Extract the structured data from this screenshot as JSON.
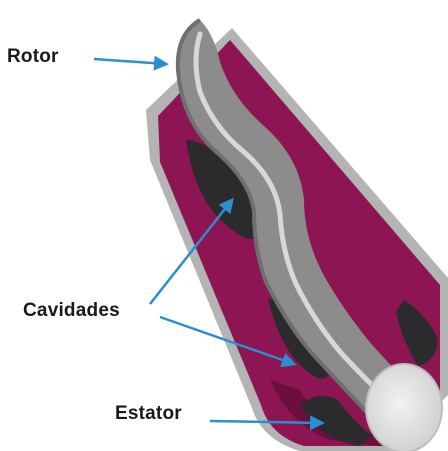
{
  "labels": {
    "rotor": "Rotor",
    "cavities": "Cavidades",
    "stator": "Estator"
  },
  "colors": {
    "stator_body": "#8e1553",
    "stator_shell": "#b4b4b4",
    "rotor": "#8c8c8c",
    "rotor_highlight": "#d8d8d8",
    "cavity": "#2b2b2e",
    "arrow": "#2a8fce"
  }
}
